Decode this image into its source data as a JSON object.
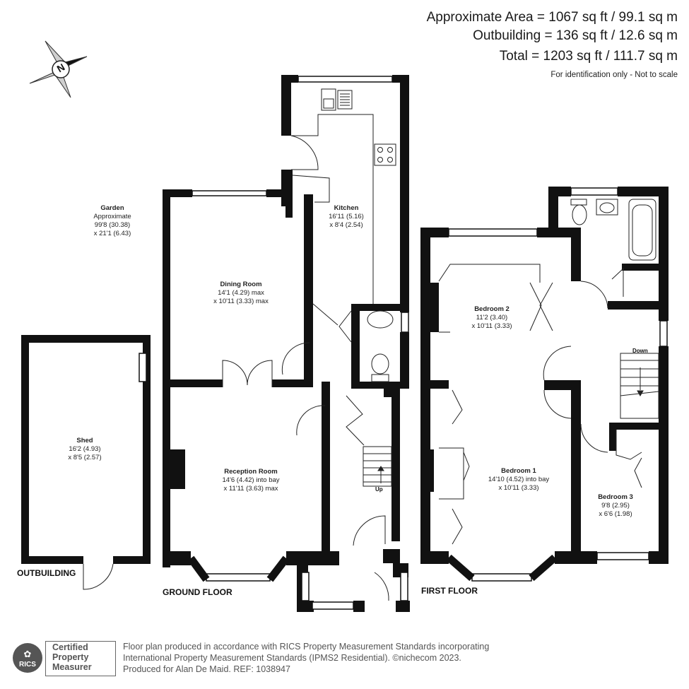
{
  "header": {
    "area_line": "Approximate Area = 1067 sq ft / 99.1 sq m",
    "outbuilding_line": "Outbuilding = 136 sq ft / 12.6 sq m",
    "total_line": "Total = 1203 sq ft / 111.7 sq m",
    "note": "For identification only - Not to scale"
  },
  "compass": {
    "letter": "N"
  },
  "garden": {
    "name": "Garden",
    "line1": "Approximate",
    "line2": "99'8 (30.38)",
    "line3": "x 21'1 (6.43)"
  },
  "rooms": {
    "kitchen": {
      "name": "Kitchen",
      "line1": "16'11 (5.16)",
      "line2": "x 8'4 (2.54)"
    },
    "dining": {
      "name": "Dining Room",
      "line1": "14'1 (4.29) max",
      "line2": "x 10'11 (3.33) max"
    },
    "reception": {
      "name": "Reception Room",
      "line1": "14'6 (4.42) into bay",
      "line2": "x 11'11 (3.63) max"
    },
    "shed": {
      "name": "Shed",
      "line1": "16'2 (4.93)",
      "line2": "x 8'5 (2.57)"
    },
    "bedroom2": {
      "name": "Bedroom 2",
      "line1": "11'2 (3.40)",
      "line2": "x 10'11 (3.33)"
    },
    "bedroom1": {
      "name": "Bedroom 1",
      "line1": "14'10 (4.52) into bay",
      "line2": "x 10'11 (3.33)"
    },
    "bedroom3": {
      "name": "Bedroom 3",
      "line1": "9'8 (2.95)",
      "line2": "x 6'6 (1.98)"
    }
  },
  "labels": {
    "up": "Up",
    "down": "Down",
    "outbuilding": "OUTBUILDING",
    "ground_floor": "GROUND FLOOR",
    "first_floor": "FIRST FLOOR"
  },
  "footer": {
    "line1": "Floor plan produced in accordance with RICS Property Measurement Standards incorporating",
    "line2": "International Property Measurement Standards (IPMS2 Residential).  ©nichecom 2023.",
    "line3": "Produced for Alan De Maid.   REF: 1038947"
  },
  "badge": {
    "logo": "RICS",
    "line1": "Certified",
    "line2": "Property",
    "line3": "Measurer"
  }
}
